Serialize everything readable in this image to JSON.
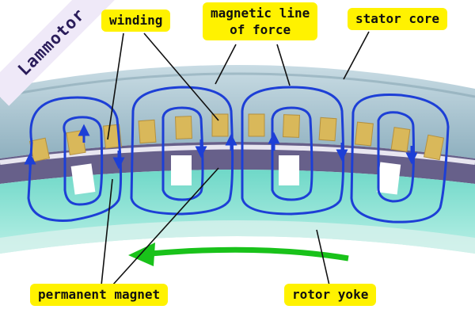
{
  "watermark": {
    "text": "Lammotor"
  },
  "labels": {
    "winding": "winding",
    "magnetic_line": [
      "magnetic line",
      "of force"
    ],
    "stator_core": "stator core",
    "permanent_magnet": "permanent magnet",
    "rotor_yoke": "rotor yoke"
  },
  "colors": {
    "label_bg": "#fff200",
    "stator_core": "#9bb8c6",
    "winding": "#d9b85a",
    "permanent_magnet": "#67608a",
    "rotor_yoke": "#7fe0d0",
    "flux_line": "#1d3fd6",
    "rotation_arrow": "#19c21a"
  }
}
